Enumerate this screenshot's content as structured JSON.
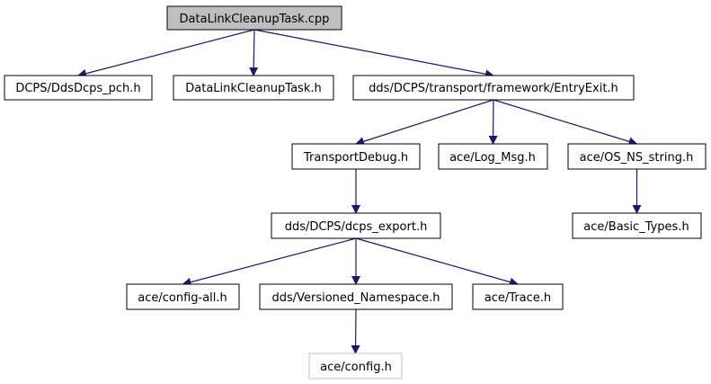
{
  "diagram": {
    "nodes": [
      {
        "id": "root",
        "label": "DataLinkCleanupTask.cpp",
        "style": "root"
      },
      {
        "id": "n1",
        "label": "DCPS/DdsDcps_pch.h",
        "style": "normal"
      },
      {
        "id": "n2",
        "label": "DataLinkCleanupTask.h",
        "style": "normal"
      },
      {
        "id": "n3",
        "label": "dds/DCPS/transport/framework/EntryExit.h",
        "style": "normal"
      },
      {
        "id": "n4",
        "label": "TransportDebug.h",
        "style": "normal"
      },
      {
        "id": "n5",
        "label": "ace/Log_Msg.h",
        "style": "normal"
      },
      {
        "id": "n6",
        "label": "ace/OS_NS_string.h",
        "style": "normal"
      },
      {
        "id": "n7",
        "label": "dds/DCPS/dcps_export.h",
        "style": "normal"
      },
      {
        "id": "n8",
        "label": "ace/Basic_Types.h",
        "style": "normal"
      },
      {
        "id": "n9",
        "label": "ace/config-all.h",
        "style": "normal"
      },
      {
        "id": "n10",
        "label": "dds/Versioned_Namespace.h",
        "style": "normal"
      },
      {
        "id": "n11",
        "label": "ace/Trace.h",
        "style": "normal"
      },
      {
        "id": "n12",
        "label": "ace/config.h",
        "style": "external"
      }
    ],
    "edges": [
      {
        "from": "root",
        "to": "n1"
      },
      {
        "from": "root",
        "to": "n2"
      },
      {
        "from": "root",
        "to": "n3"
      },
      {
        "from": "n3",
        "to": "n4"
      },
      {
        "from": "n3",
        "to": "n5"
      },
      {
        "from": "n3",
        "to": "n6"
      },
      {
        "from": "n4",
        "to": "n7"
      },
      {
        "from": "n6",
        "to": "n8"
      },
      {
        "from": "n7",
        "to": "n9"
      },
      {
        "from": "n7",
        "to": "n10"
      },
      {
        "from": "n7",
        "to": "n11"
      },
      {
        "from": "n10",
        "to": "n12"
      }
    ],
    "colors": {
      "edge": "#191970",
      "node_border": "#000000",
      "external_border": "#bfbfbf",
      "root_fill": "#bfbfbf",
      "node_fill": "#ffffff"
    }
  }
}
